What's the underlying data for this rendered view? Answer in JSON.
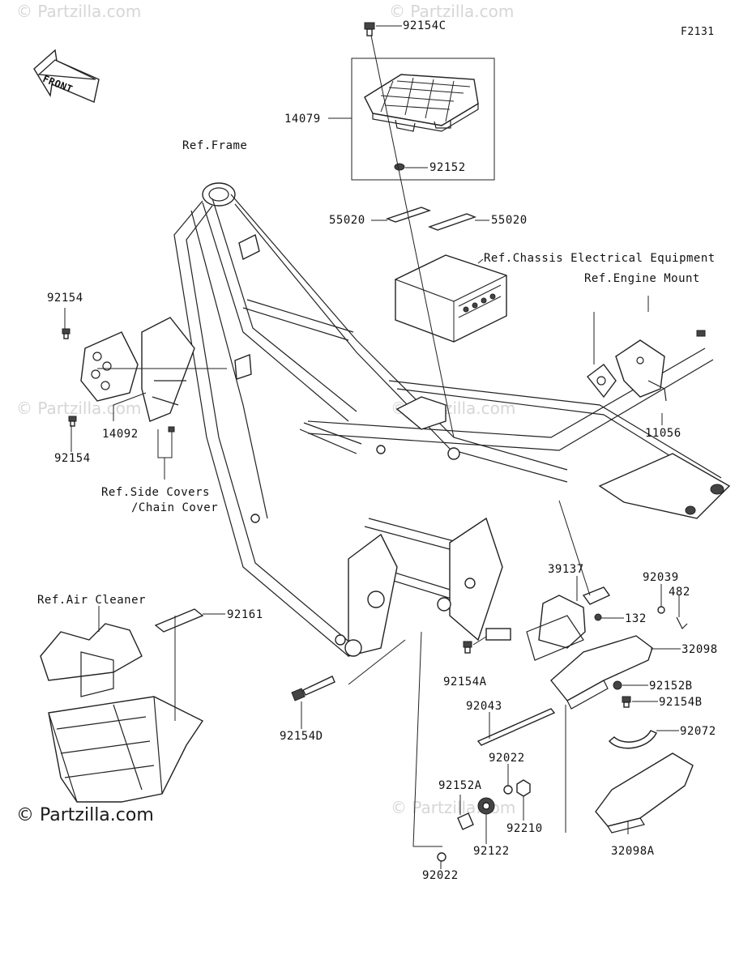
{
  "figure_code": "F2131",
  "watermarks": {
    "faint": [
      "© Partzilla.com",
      "© Partzilla.com",
      "© Partzilla.com",
      "© Partzilla.com",
      "© Partzilla.com"
    ],
    "main": "© Partzilla.com"
  },
  "front_arrow_text": "FRONT",
  "references": {
    "frame": "Ref.Frame",
    "chassis_electrical": "Ref.Chassis Electrical Equipment",
    "engine_mount": "Ref.Engine Mount",
    "side_covers_line1": "Ref.Side Covers",
    "side_covers_line2": "/Chain Cover",
    "air_cleaner": "Ref.Air Cleaner"
  },
  "parts": {
    "p92154C": "92154C",
    "p14079": "14079",
    "p92152": "92152",
    "p55020a": "55020",
    "p55020b": "55020",
    "p92154_top": "92154",
    "p92154_bottom": "92154",
    "p14092": "14092",
    "p11056": "11056",
    "p92161": "92161",
    "p39137": "39137",
    "p92039": "92039",
    "p482": "482",
    "p132": "132",
    "p32098": "32098",
    "p92154A": "92154A",
    "p92152B": "92152B",
    "p92154B": "92154B",
    "p92043": "92043",
    "p92154D": "92154D",
    "p92072": "92072",
    "p92022_top": "92022",
    "p92152A": "92152A",
    "p92210": "92210",
    "p92122": "92122",
    "p32098A": "32098A",
    "p92022_bottom": "92022"
  }
}
